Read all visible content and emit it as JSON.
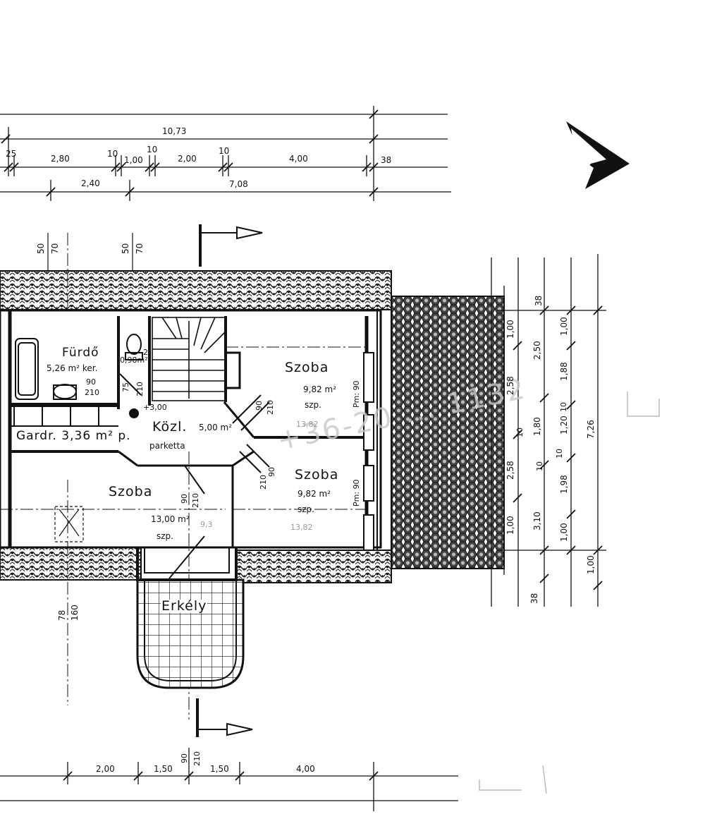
{
  "rooms": {
    "furdo": {
      "name": "Fürdő",
      "area": "5,26 m² ker."
    },
    "wc": {
      "area": "0,98m²"
    },
    "gardrob": {
      "label": "Gardr. 3,36 m² p."
    },
    "kozl": {
      "name": "Közl.",
      "area": "5,00 m²",
      "floor": "parketta"
    },
    "szoba_top": {
      "name": "Szoba",
      "area": "9,82 m²",
      "floor": "szp."
    },
    "szoba_mid": {
      "name": "Szoba",
      "area": "9,82 m²",
      "floor": "szp."
    },
    "szoba_big": {
      "name": "Szoba",
      "area": "13,00 m²",
      "floor": "szp."
    },
    "erkely": {
      "name": "Erkély"
    }
  },
  "annotations": {
    "level": "+3,00",
    "door_90": "90",
    "door_210": "210",
    "door_75": "75",
    "door_2": "2",
    "parapet_top": "Pm: 90",
    "parapet_bot": "Pm: 90",
    "pencil_1": "13,82",
    "pencil_2": "13,82",
    "pencil_3": "9,3"
  },
  "dimensions": {
    "top_total": "10,73",
    "top_row2": [
      "25",
      "2,80",
      "10",
      "1,00",
      "10",
      "2,00",
      "10",
      "4,00",
      "38"
    ],
    "top_row3": [
      "2,40",
      "7,08"
    ],
    "top_vert_left": [
      "50",
      "70"
    ],
    "top_vert_mid": [
      "50",
      "70"
    ],
    "right_col1": [
      "38",
      "1,00",
      "2,50",
      "2,58",
      "1,80",
      "2,58",
      "1,00",
      "38"
    ],
    "right_col1_small": [
      "10",
      "10"
    ],
    "right_col2": [
      "1,00",
      "1,88",
      "1,20",
      "1,98",
      "3,10",
      "1,00"
    ],
    "right_col2_small": [
      "10",
      "10"
    ],
    "right_total": "7,26",
    "right_bottom": "1,00",
    "left_vert": [
      "78",
      "160"
    ],
    "door_vert": [
      "90",
      "210"
    ],
    "bottom_row": [
      "2,00",
      "1,50",
      "1,50",
      "4,00"
    ],
    "bottom_vert": [
      "90",
      "210"
    ]
  },
  "watermark": "+36-20 ... 1132"
}
